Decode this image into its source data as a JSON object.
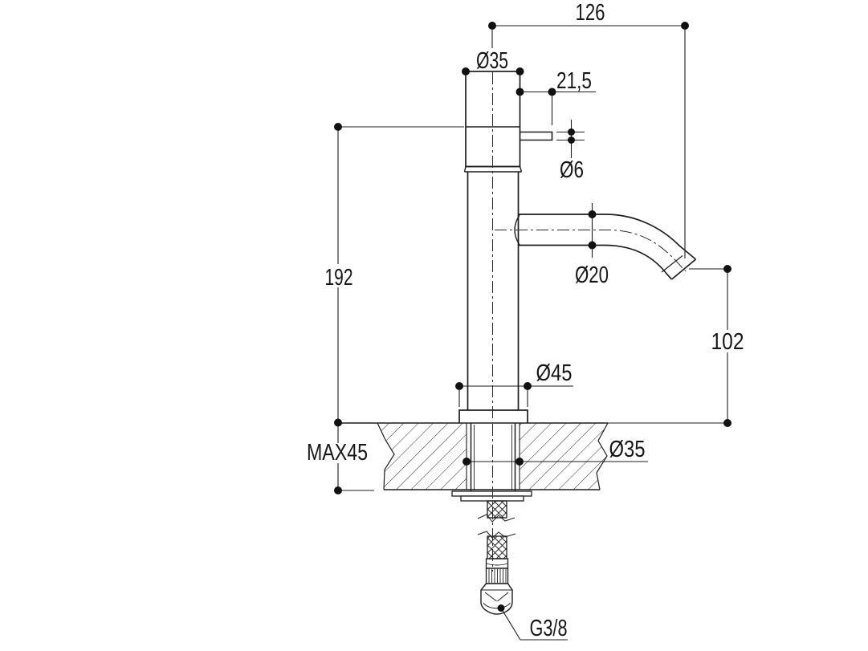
{
  "drawing": {
    "colors": {
      "background": "#ffffff",
      "line": "#1d1d1d",
      "dot": "#111111"
    },
    "annotations": {
      "spout_reach": "126",
      "body_diameter": "Ø35",
      "handle_lever_length": "21,5",
      "lever_pin_diameter": "Ø6",
      "height_above_deck": "192",
      "spout_tube_diameter": "Ø20",
      "spout_outlet_height": "102",
      "base_flange_diameter": "Ø45",
      "max_deck_thickness": "MAX45",
      "mounting_hole_diameter": "Ø35",
      "supply_connection_thread": "G3/8"
    }
  }
}
